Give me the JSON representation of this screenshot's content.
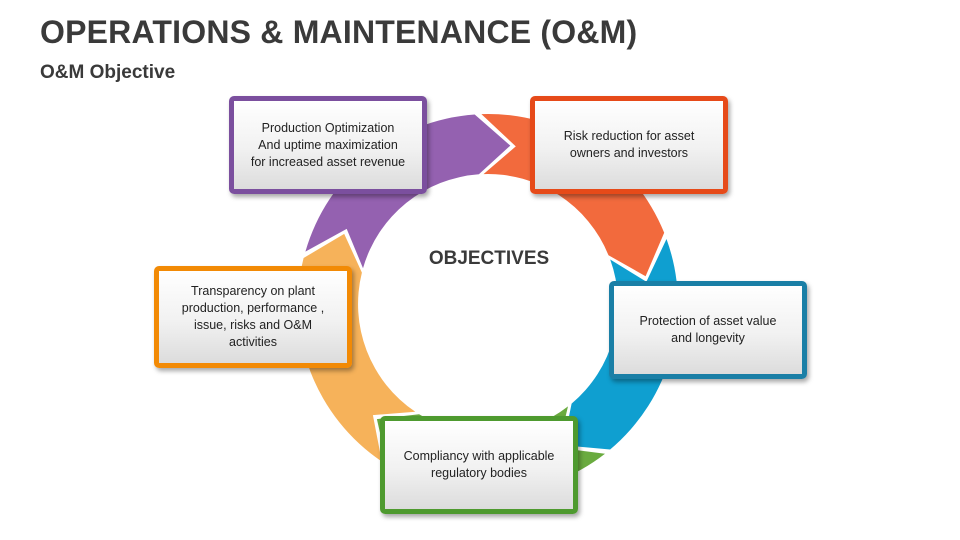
{
  "header": {
    "title": "OPERATIONS & MAINTENANCE (O&M)",
    "subtitle": "O&M Objective"
  },
  "diagram": {
    "center_label": "OBJECTIVES",
    "objectives": [
      {
        "id": "risk",
        "text": "Risk reduction for asset\nowners and investors",
        "color": "#e64a19",
        "arc_color": "#f26a3d"
      },
      {
        "id": "protection",
        "text": "Protection of asset value\nand longevity",
        "color": "#1a7fa6",
        "arc_color": "#0f9fd0"
      },
      {
        "id": "compliancy",
        "text": "Compliancy with applicable\nregulatory bodies",
        "color": "#4e9a2f",
        "arc_color": "#6aab3f"
      },
      {
        "id": "transparency",
        "text": "Transparency on plant\nproduction, performance ,\nissue, risks and O&M\nactivities",
        "color": "#f28a05",
        "arc_color": "#f6b25a"
      },
      {
        "id": "production",
        "text": "Production Optimization\nAnd uptime maximization\nfor increased asset revenue",
        "color": "#7b4f9e",
        "arc_color": "#9461b0"
      }
    ]
  }
}
